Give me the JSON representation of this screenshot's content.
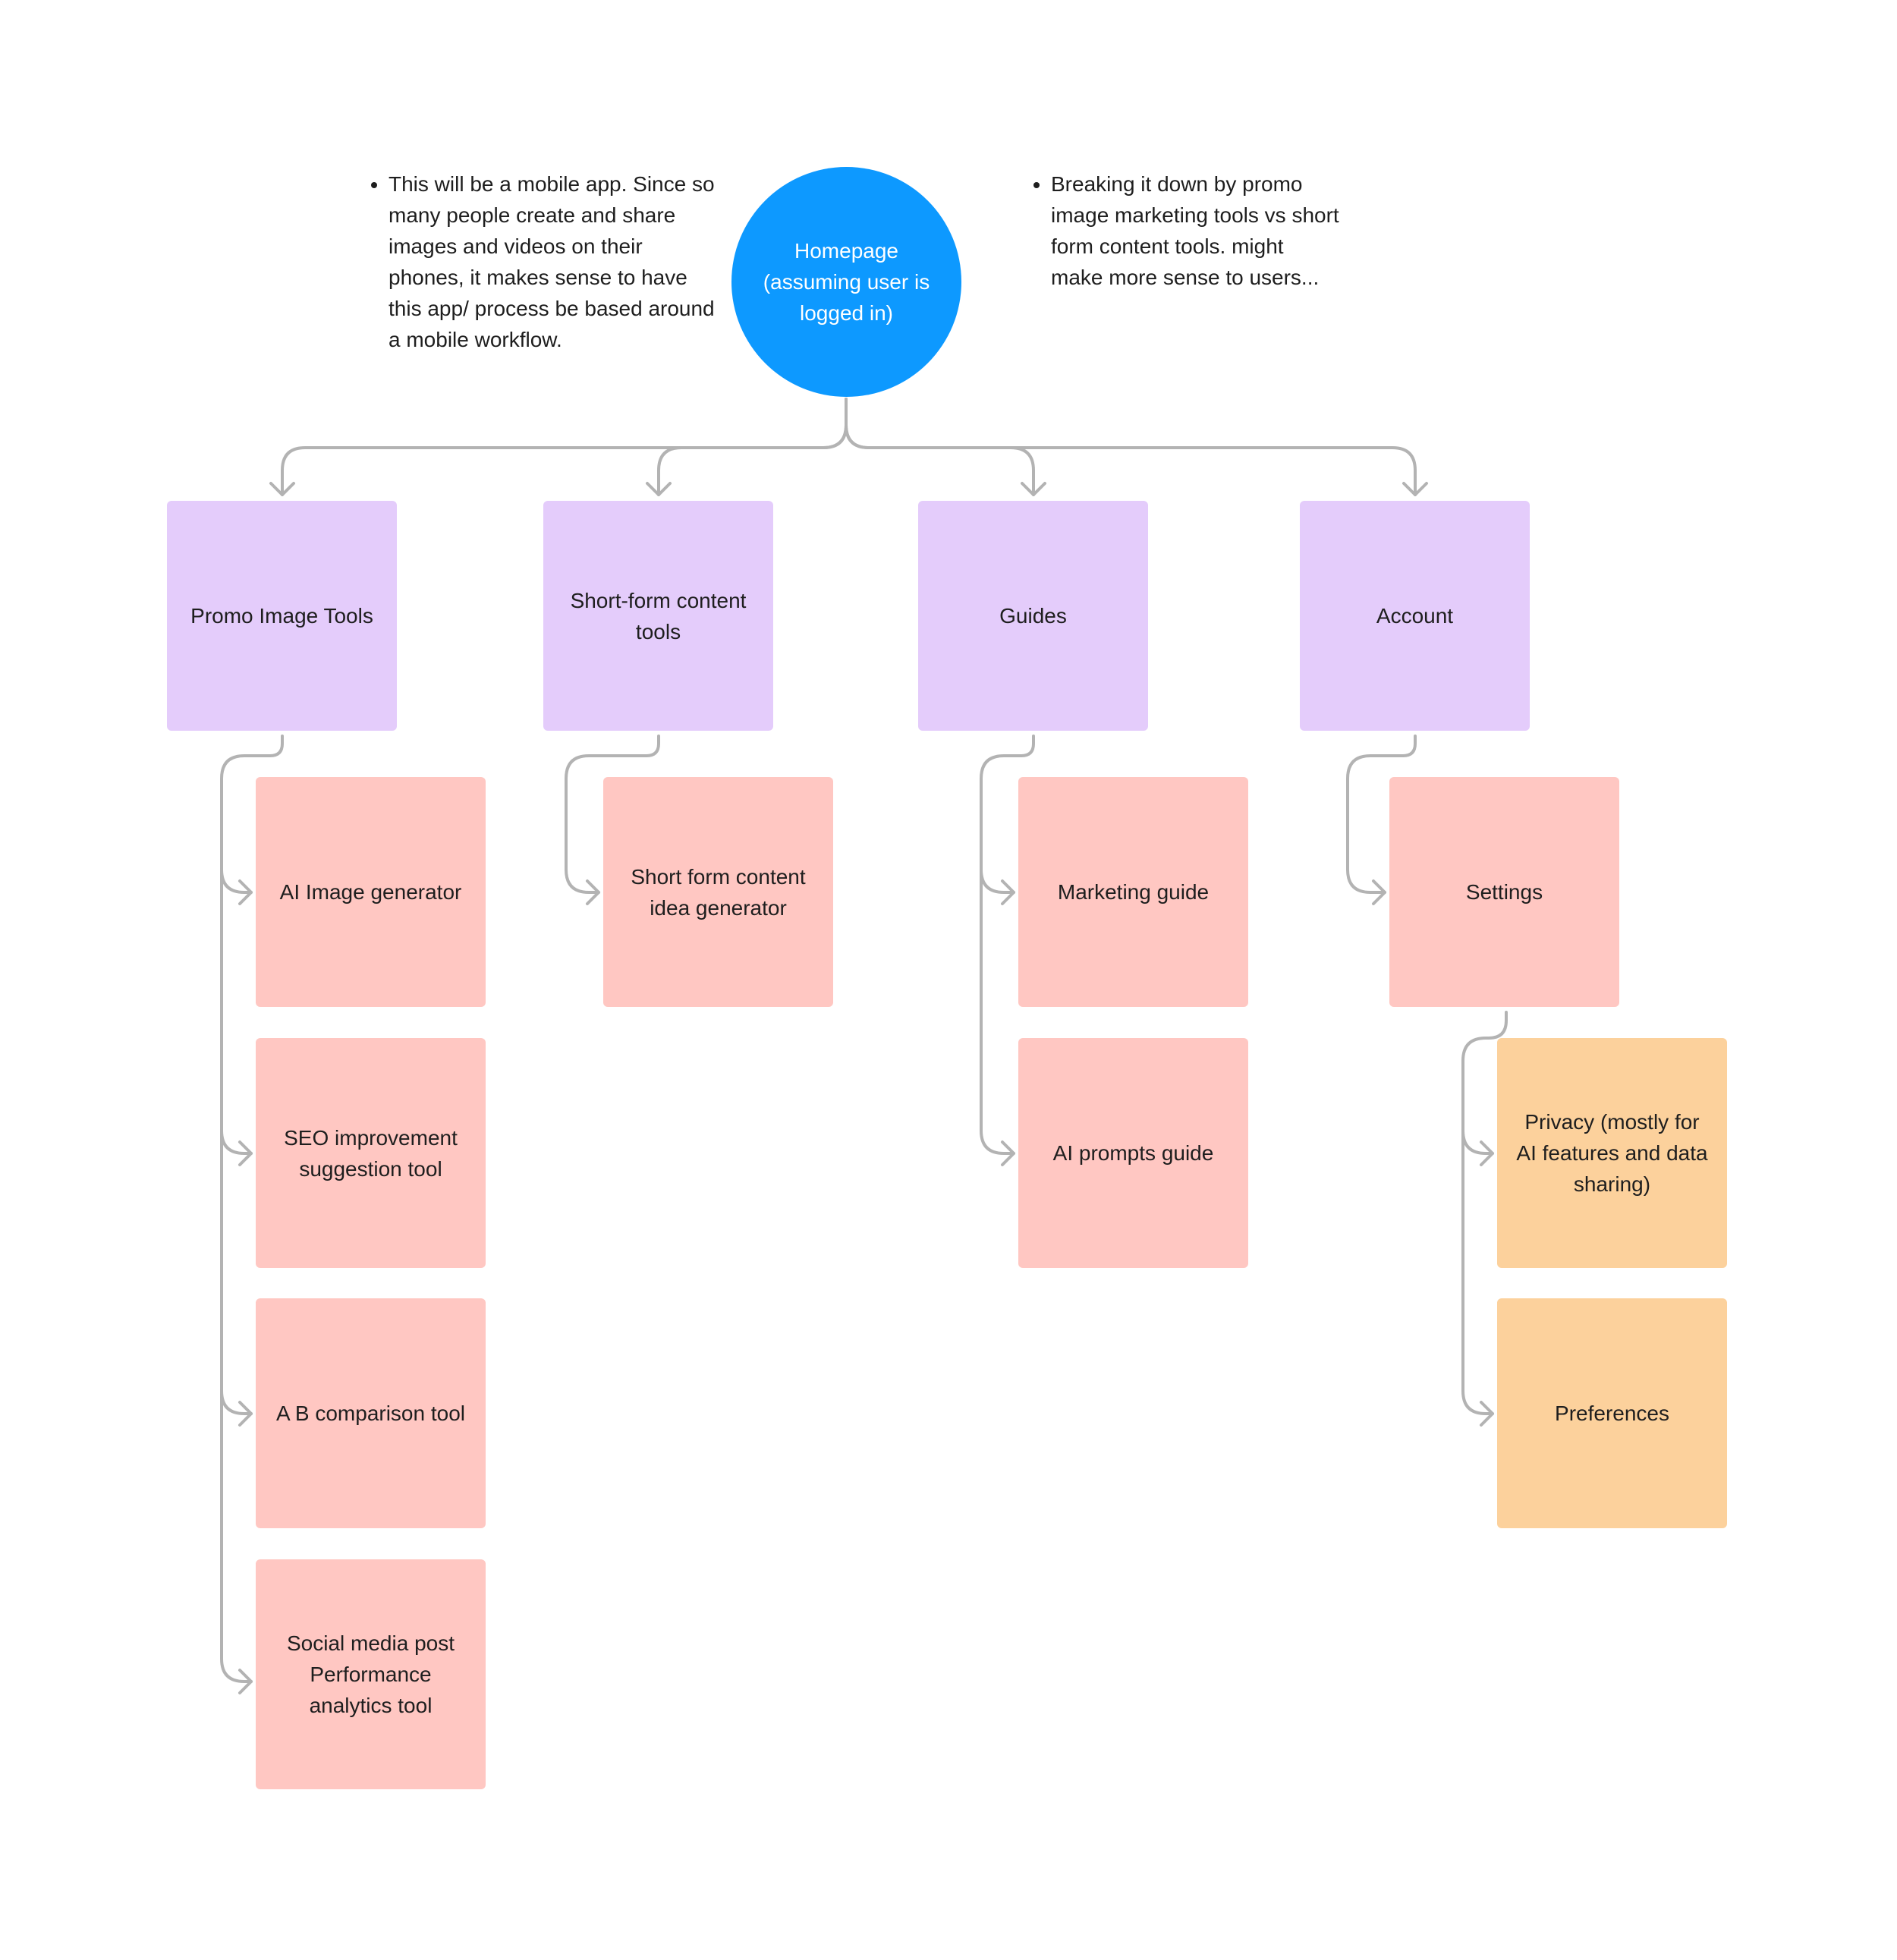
{
  "notes": {
    "left": "This will be a mobile app. Since so many people create and share images and videos on their phones, it makes sense to have this app/ process be based around a mobile workflow.",
    "right": "Breaking it down by promo image marketing tools vs short form content tools. might make more sense to users..."
  },
  "root": {
    "label": "Homepage (assuming user is logged in)",
    "color": "#0d99ff"
  },
  "categories": [
    {
      "label": "Promo Image Tools"
    },
    {
      "label": "Short-form content tools"
    },
    {
      "label": "Guides"
    },
    {
      "label": "Account"
    }
  ],
  "promo_children": [
    {
      "label": "AI Image generator"
    },
    {
      "label": "SEO improvement suggestion tool"
    },
    {
      "label": "A B comparison tool"
    },
    {
      "label": "Social media post Performance analytics tool"
    }
  ],
  "shortform_children": [
    {
      "label": "Short form content idea generator"
    }
  ],
  "guides_children": [
    {
      "label": "Marketing guide"
    },
    {
      "label": "AI prompts guide"
    }
  ],
  "account_children": [
    {
      "label": "Settings"
    }
  ],
  "settings_children": [
    {
      "label": "Privacy (mostly for AI features and data sharing)"
    },
    {
      "label": "Preferences"
    }
  ],
  "colors": {
    "category": "#e4ccfb",
    "child": "#ffc7c2",
    "grandchild": "#fcd19c",
    "connector": "#b3b3b3"
  }
}
